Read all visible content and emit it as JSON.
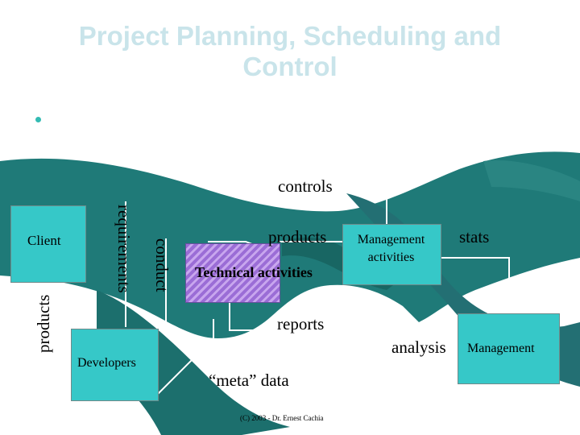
{
  "slide": {
    "title": "Project Planning, Scheduling and Control",
    "footer": "(C) 2003 - Dr. Ernest Cachia"
  },
  "boxes": {
    "client": "Client",
    "developers": "Developers",
    "technical_activities": "Technical activities",
    "management_activities": "Management activities",
    "management": "Management"
  },
  "flows": {
    "controls": "controls",
    "products_left": "products",
    "requirements": "requirements",
    "conduct": "conduct",
    "products": "products",
    "stats": "stats",
    "reports": "reports",
    "analysis": "analysis",
    "meta_data": "“meta” data"
  },
  "colors": {
    "box_fill": "#36c8c8",
    "title": "#c9e4ea",
    "technical_fill": "#9b6dd6",
    "background_hands": "#1f7a78"
  }
}
